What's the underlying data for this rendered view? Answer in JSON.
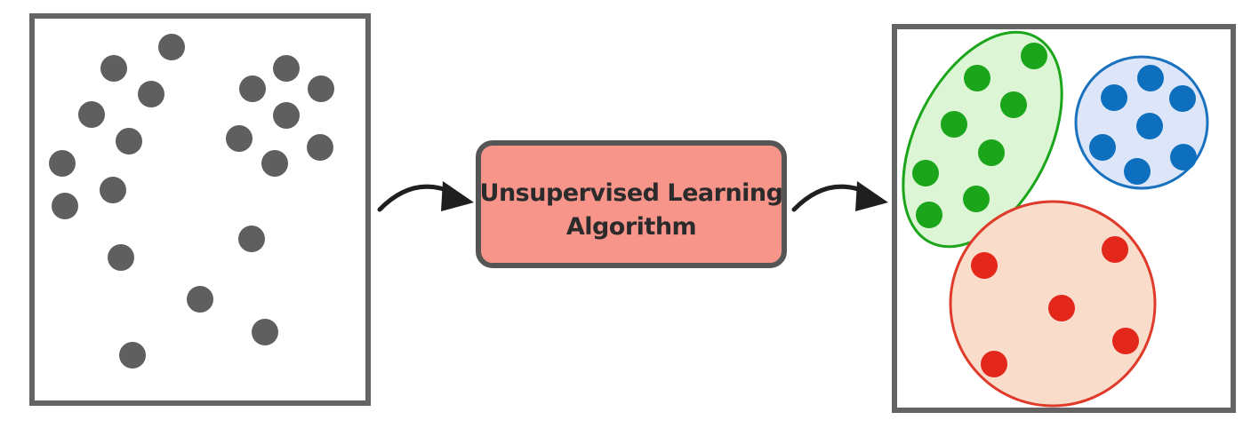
{
  "algorithm_box": {
    "line1": "Unsupervised Learning",
    "line2": "Algorithm",
    "fill_color": "#f8958b",
    "border_color": "#555555"
  },
  "colors": {
    "frame": "#646464",
    "unlabeled_point": "#5f5f5f",
    "arrow": "#1f1f1f"
  },
  "clusters": [
    {
      "name": "green",
      "fill": "#dcf5d4",
      "stroke": "#1aa51a",
      "point": "#1aa51a"
    },
    {
      "name": "blue",
      "fill": "#dde6f8",
      "stroke": "#1a72bf",
      "point": "#0f6fbf"
    },
    {
      "name": "red",
      "fill": "#fadccb",
      "stroke": "#e03a2a",
      "point": "#e3271b"
    }
  ]
}
